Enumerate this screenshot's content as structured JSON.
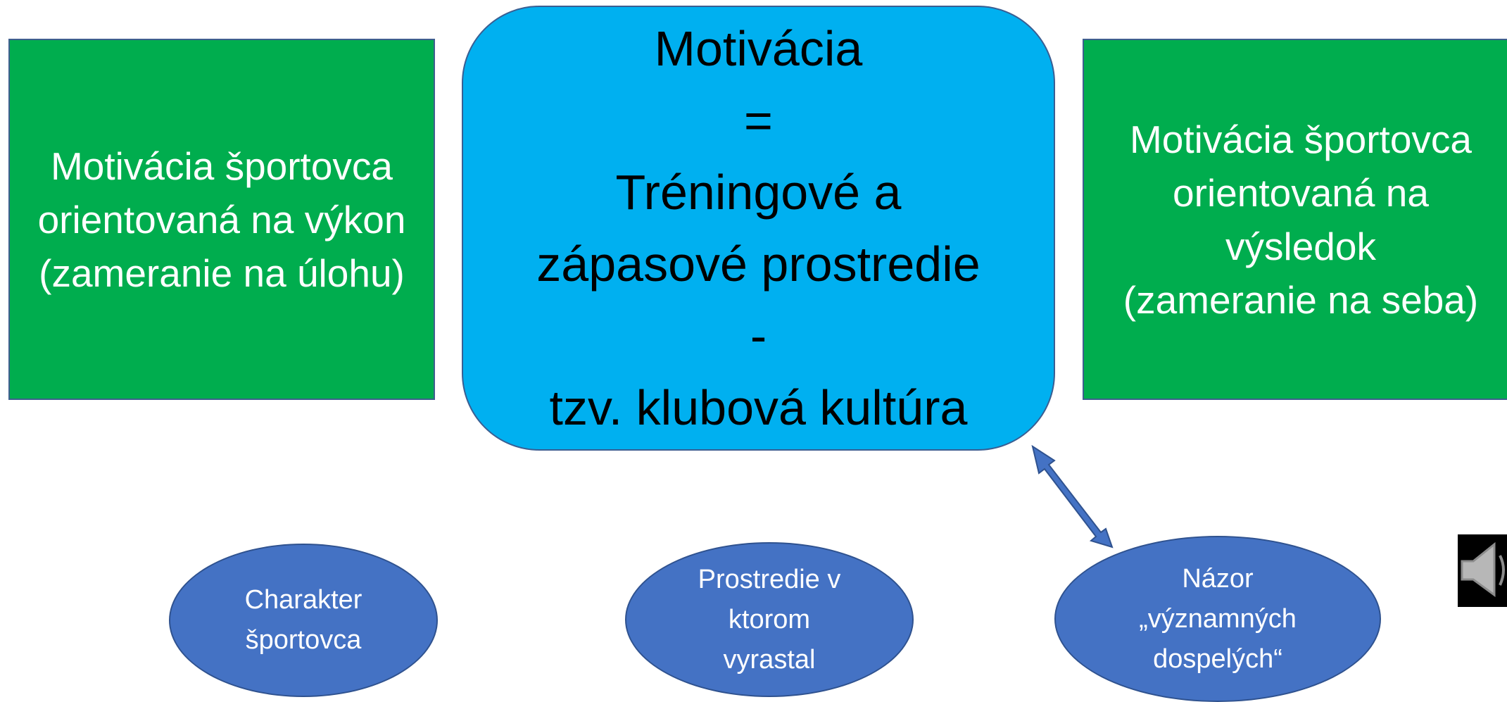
{
  "left_box": {
    "lines": [
      "Motivácia športovca",
      "orientovaná na výkon",
      "(zameranie na úlohu)"
    ]
  },
  "center_box": {
    "lines": [
      "Motivácia",
      "=",
      "Tréningové a",
      "zápasové prostredie",
      "-",
      "tzv. klubová kultúra"
    ]
  },
  "right_box": {
    "lines": [
      "Motivácia športovca",
      "orientovaná na",
      "výsledok",
      "(zameranie na seba)"
    ]
  },
  "ellipses": [
    {
      "lines": [
        "Charakter",
        "športovca"
      ]
    },
    {
      "lines": [
        "Prostredie v",
        "ktorom",
        "vyrastal"
      ]
    },
    {
      "lines": [
        "Názor",
        "„významných",
        "dospelých“"
      ]
    }
  ],
  "colors": {
    "green": "#00ad4e",
    "center_blue": "#00b0f0",
    "ellipse_blue": "#4472c4",
    "arrow_blue": "#4472c4"
  },
  "icons": {
    "arrow": "double-headed-arrow-icon",
    "speaker": "speaker-icon"
  }
}
